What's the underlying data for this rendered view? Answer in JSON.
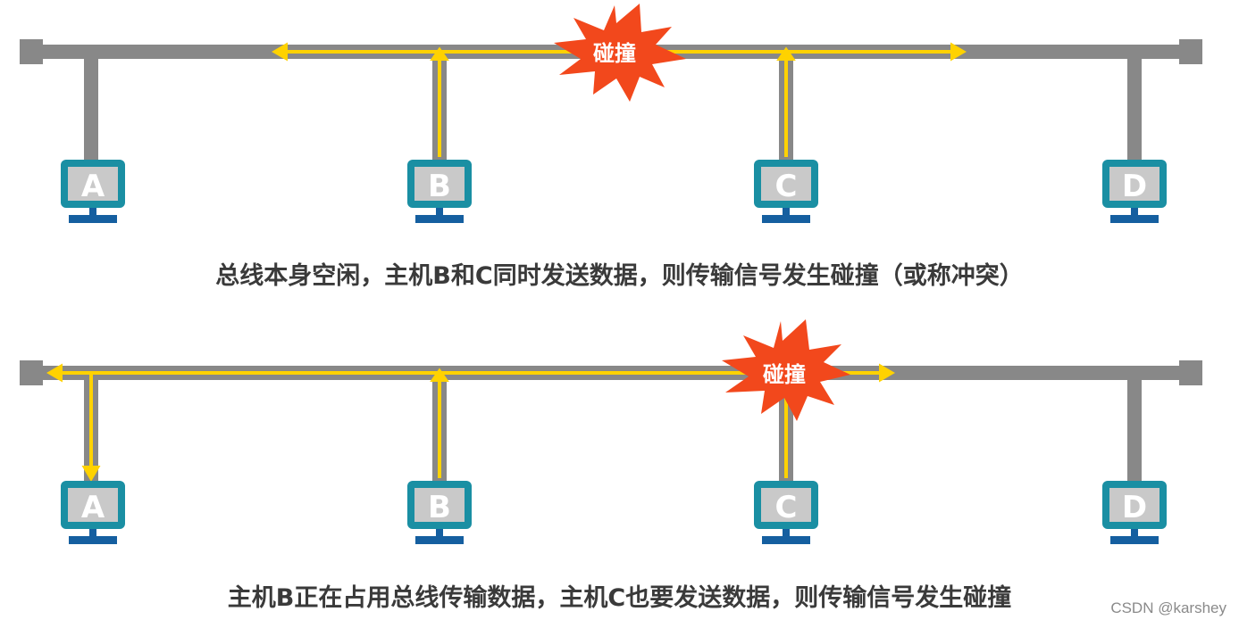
{
  "diagram_1": {
    "hosts": [
      "A",
      "B",
      "C",
      "D"
    ],
    "collision_label": "碰撞",
    "caption": "总线本身空闲，主机B和C同时发送数据，则传输信号发生碰撞（或称冲突）"
  },
  "diagram_2": {
    "hosts": [
      "A",
      "B",
      "C",
      "D"
    ],
    "collision_label": "碰撞",
    "caption": "主机B正在占用总线传输数据，主机C也要发送数据，则传输信号发生碰撞"
  },
  "watermark": "CSDN @karshey",
  "colors": {
    "bus": "#888888",
    "signal": "#FFD200",
    "monitor_frame": "#1A8FA3",
    "screen": "#C9C9C9",
    "stand": "#155FA0",
    "collision": "#F2481C"
  }
}
